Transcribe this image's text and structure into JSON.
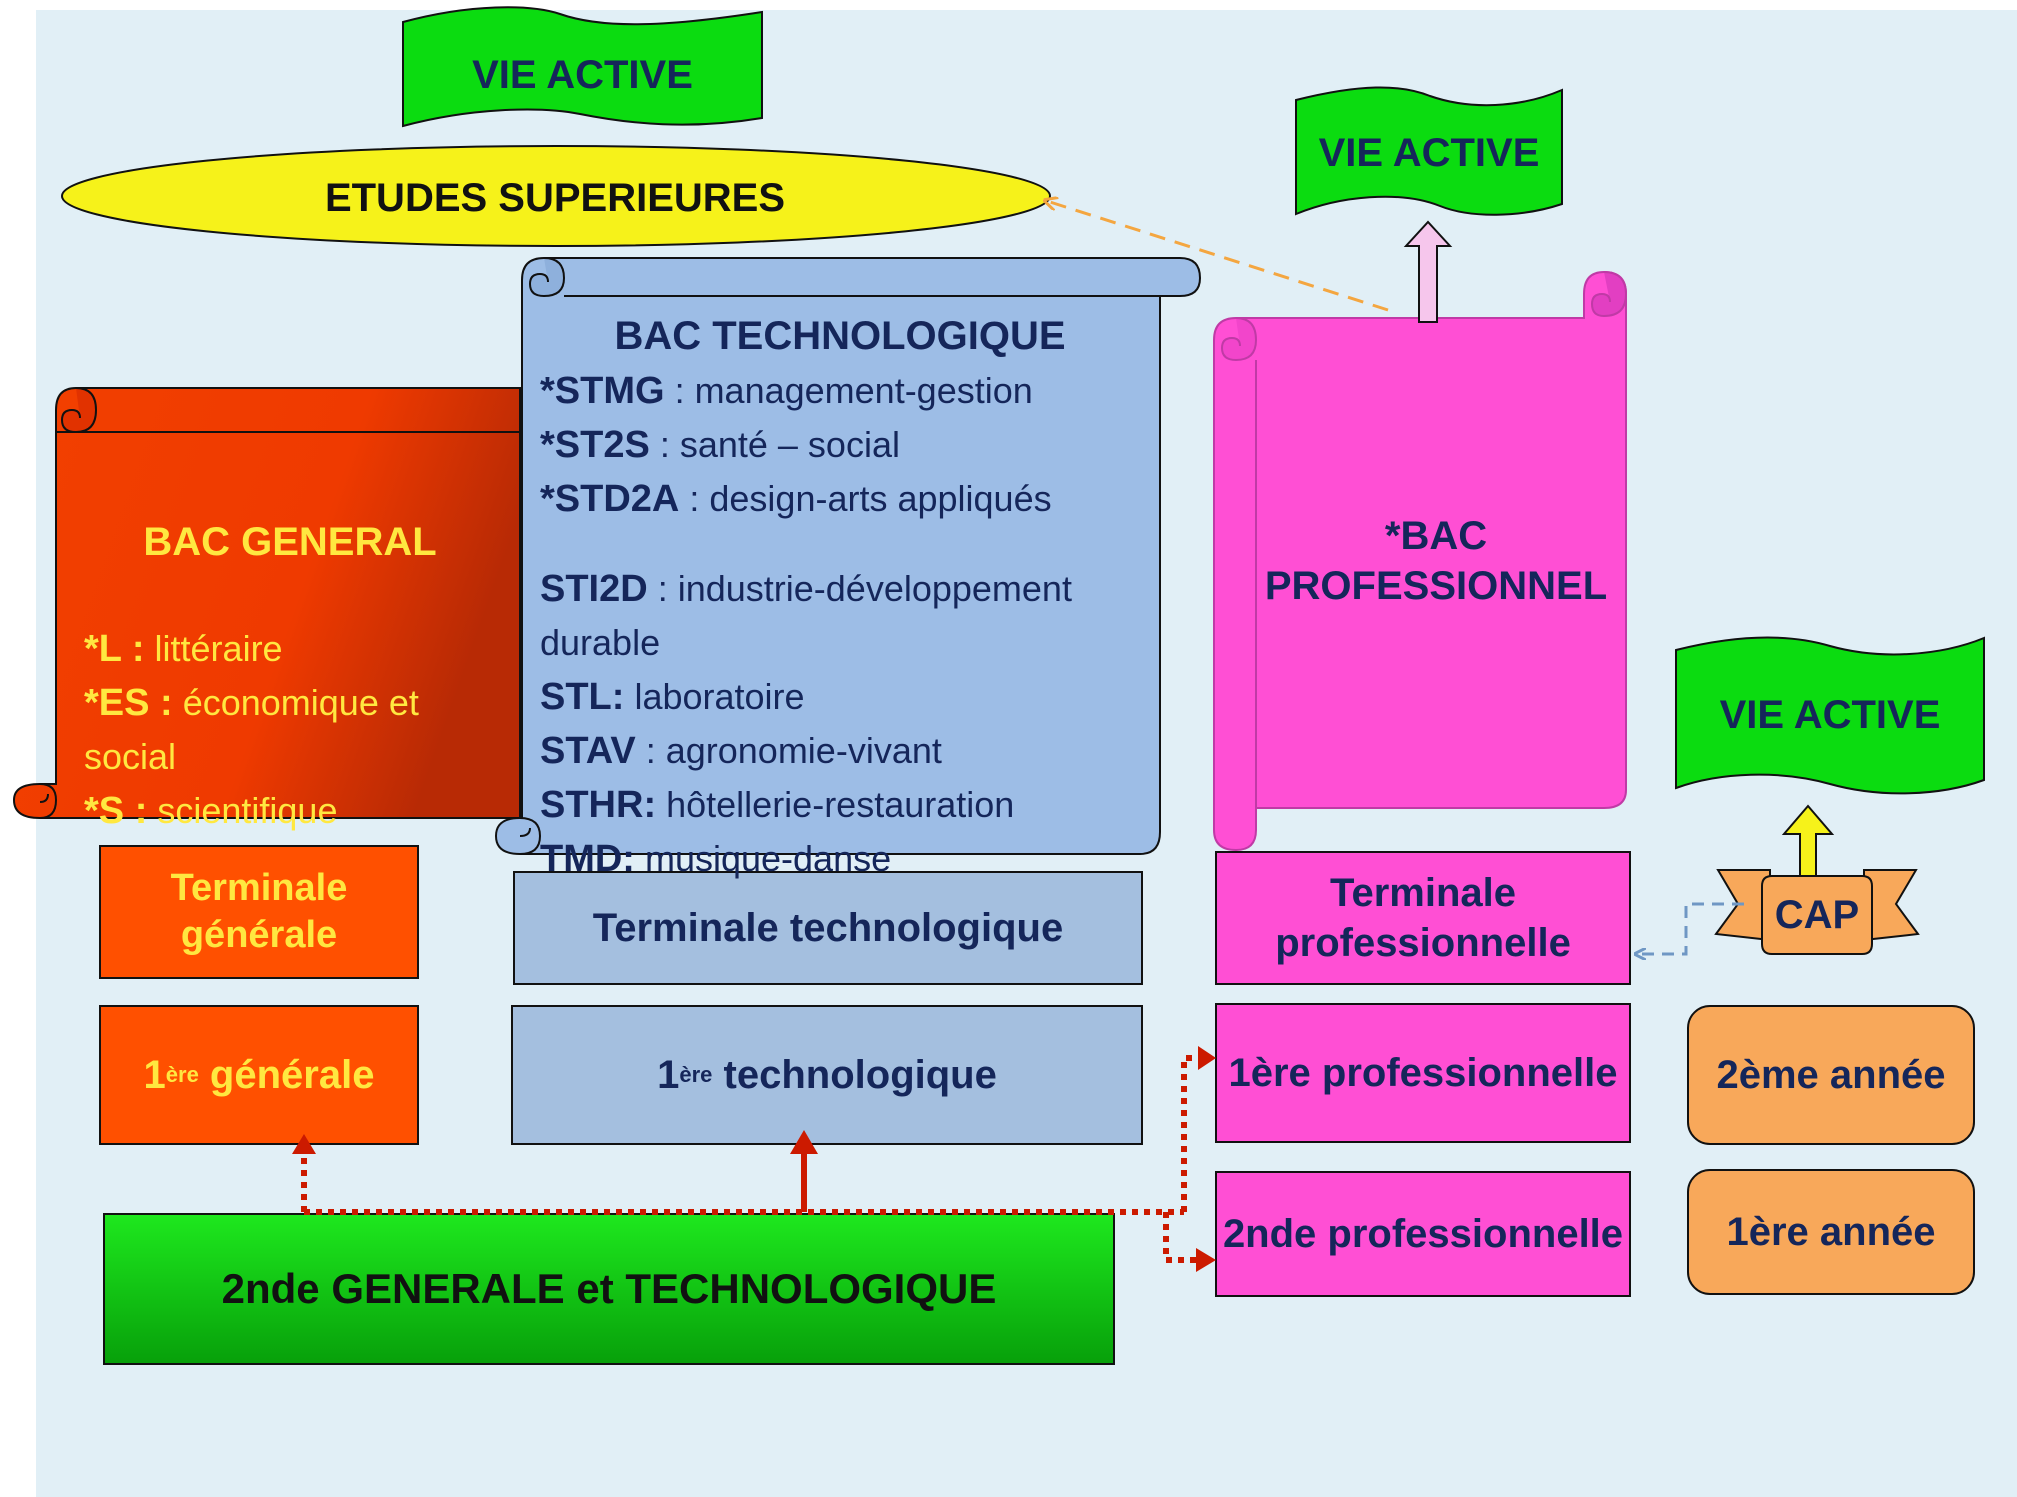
{
  "colors": {
    "background": "#e1eff6",
    "vie_active": "#0bdc10",
    "etudes": "#f6f21a",
    "bac_general": "#f03a00",
    "bac_techno": "#9dbde6",
    "bac_pro": "#ff4fd4",
    "cap": "#f8a85a",
    "text": "#15265a",
    "text_general": "#ffe840",
    "arrow_red": "#cc1a00",
    "arrow_orange": "#f4a640",
    "arrow_blue": "#6f97c4"
  },
  "vie_active": {
    "top": "VIE ACTIVE",
    "pro": "VIE ACTIVE",
    "cap": "VIE ACTIVE"
  },
  "etudes_superieures": "ETUDES SUPERIEURES",
  "bac_general": {
    "title": "BAC GENERAL",
    "items": [
      {
        "key": "*L :",
        "desc": " littéraire"
      },
      {
        "key": "*ES :",
        "desc": " économique et social"
      },
      {
        "key": "*S :",
        "desc": " scientifique"
      }
    ]
  },
  "bac_techno": {
    "title": "BAC TECHNOLOGIQUE",
    "items": [
      {
        "key": "*STMG",
        "desc": " : management-gestion"
      },
      {
        "key": "*ST2S",
        "desc": " : santé – social"
      },
      {
        "key": "*STD2A",
        "desc": " : design-arts appliqués"
      },
      {
        "key": "STI2D",
        "desc": " : industrie-développement durable"
      },
      {
        "key": "STL:",
        "desc": " laboratoire"
      },
      {
        "key": "STAV",
        "desc": " : agronomie-vivant"
      },
      {
        "key": "STHR:",
        "desc": " hôtellerie-restauration"
      },
      {
        "key": "TMD:",
        "desc": " musique-danse"
      }
    ]
  },
  "bac_pro": {
    "line1": "*BAC",
    "line2": "PROFESSIONNEL"
  },
  "levels": {
    "terminale_generale_1": "Terminale",
    "terminale_generale_2": "générale",
    "premiere_generale_num": "1",
    "premiere_generale_sup": "ère",
    "premiere_generale_text": " générale",
    "terminale_techno": "Terminale technologique",
    "premiere_techno_num": "1",
    "premiere_techno_sup": "ère",
    "premiere_techno_text": " technologique",
    "terminale_pro_1": "Terminale",
    "terminale_pro_2": "professionnelle",
    "premiere_pro": "1ère professionnelle",
    "seconde_pro": "2nde professionnelle",
    "seconde_gt": "2nde GENERALE et TECHNOLOGIQUE"
  },
  "cap": {
    "label": "CAP",
    "annee2": "2ème année",
    "annee1": "1ère année"
  }
}
